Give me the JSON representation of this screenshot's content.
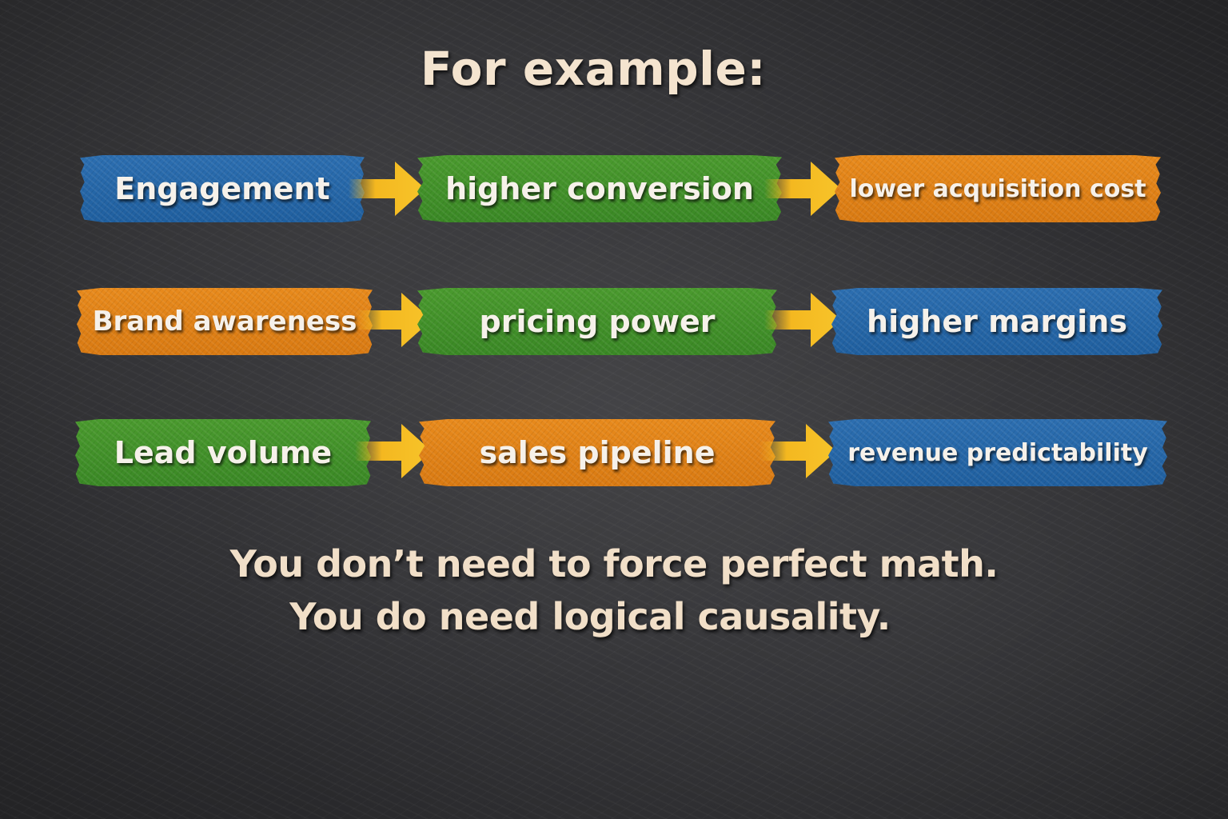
{
  "title": "For example:",
  "colors": {
    "background": "#2e2e31",
    "blue": "#2467a8",
    "green": "#419228",
    "orange": "#e0821a",
    "arrow": "#f4b820",
    "text_light": "#f6f1ea",
    "text_cream": "#f4e4cf"
  },
  "chains": [
    {
      "steps": [
        {
          "label": "Engagement",
          "color": "blue"
        },
        {
          "label": "higher conversion",
          "color": "green"
        },
        {
          "label": "lower acquisition cost",
          "color": "orange"
        }
      ]
    },
    {
      "steps": [
        {
          "label": "Brand awareness",
          "color": "orange"
        },
        {
          "label": "pricing power",
          "color": "green"
        },
        {
          "label": "higher margins",
          "color": "blue"
        }
      ]
    },
    {
      "steps": [
        {
          "label": "Lead volume",
          "color": "green"
        },
        {
          "label": "sales pipeline",
          "color": "orange"
        },
        {
          "label": "revenue predictability",
          "color": "blue"
        }
      ]
    }
  ],
  "arrow_icon": "right-arrow",
  "footer": {
    "line1": "You don’t need to force perfect math.",
    "line2": "You do need logical causality."
  }
}
